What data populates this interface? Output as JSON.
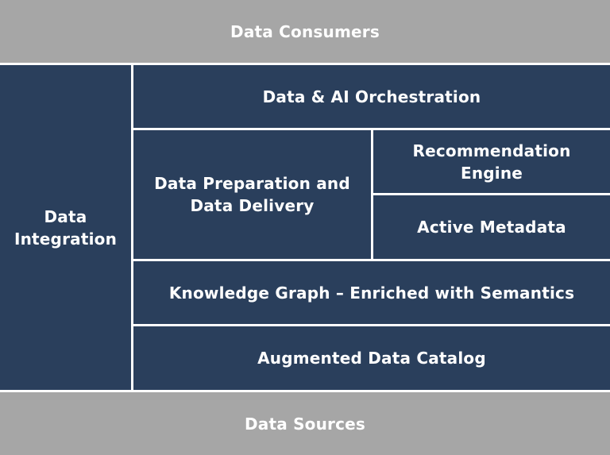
{
  "layers": {
    "consumers": "Data Consumers",
    "integration": "Data\nIntegration",
    "orchestration": "Data & AI Orchestration",
    "preparation": "Data Preparation and\nData Delivery",
    "recommendation": "Recommendation\nEngine",
    "metadata": "Active Metadata",
    "knowledge_graph": "Knowledge Graph – Enriched with Semantics",
    "catalog": "Augmented Data Catalog",
    "sources": "Data Sources"
  },
  "colors": {
    "navy": "#2a3f5c",
    "grey": "#a6a6a6",
    "divider": "#ffffff",
    "text": "#ffffff"
  }
}
